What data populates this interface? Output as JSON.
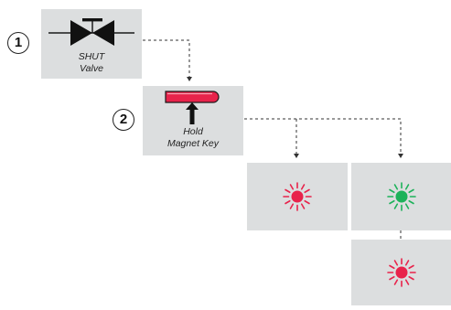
{
  "steps": [
    {
      "number": "1",
      "caption_line1": "SHUT",
      "caption_line2": "Valve",
      "icon": "valve-icon"
    },
    {
      "number": "2",
      "caption_line1": "Hold",
      "caption_line2": "Magnet Key",
      "icon": "magnet-key-icon"
    }
  ],
  "outcomes": [
    {
      "icon": "led-flash-icon",
      "color": "#e8234b",
      "meaning": "red"
    },
    {
      "icon": "led-flash-icon",
      "color": "#1db25a",
      "meaning": "green"
    },
    {
      "icon": "led-flash-icon",
      "color": "#e8234b",
      "meaning": "red"
    }
  ],
  "colors": {
    "panel": "#dcdedf",
    "key": "#e8234b",
    "connector": "#333333"
  }
}
